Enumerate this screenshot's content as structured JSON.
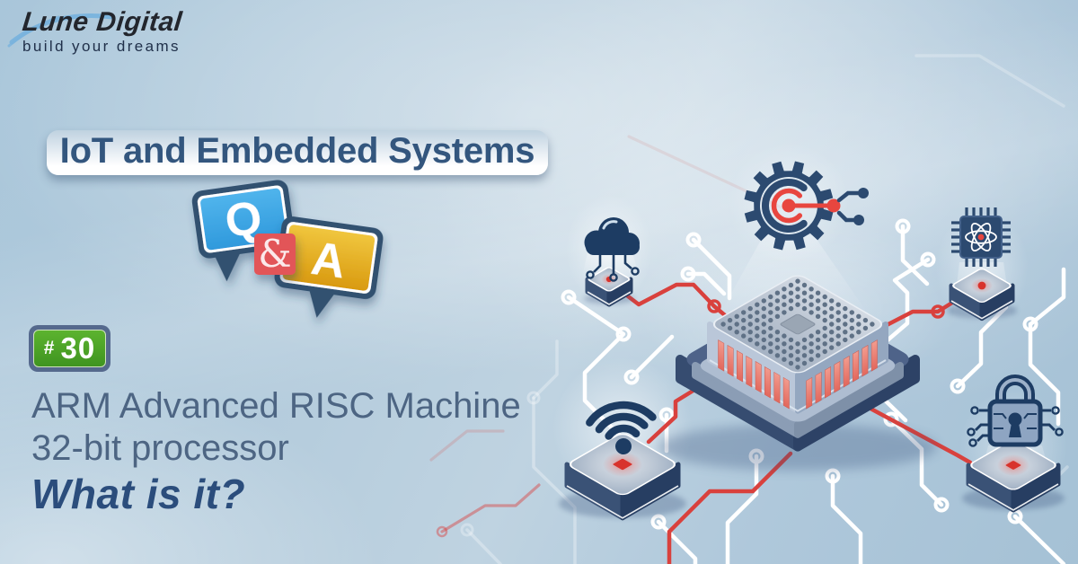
{
  "brand": {
    "name": "Lune Digital",
    "tagline": "build your dreams"
  },
  "title_banner": {
    "text": "IoT and Embedded Systems"
  },
  "qa_graphic": {
    "question_letter": "Q",
    "ampersand": "&",
    "answer_letter": "A"
  },
  "episode_badge": {
    "hash_symbol": "#",
    "number": "30"
  },
  "headline": {
    "line1": "ARM Advanced RISC Machine",
    "line2": "32-bit processor",
    "question": "What is it?"
  },
  "illustration": {
    "description": "isometric processor chip connected by circuit traces to IoT nodes",
    "icons": [
      "gear-icon",
      "cloud-computing-icon",
      "wifi-icon",
      "quantum-chip-icon",
      "security-lock-icon",
      "processor-chip"
    ],
    "colors": {
      "background": "#abc8db",
      "navy": "#1d3c63",
      "trace_red": "#d9413d",
      "pin_salmon": "#ee7e70",
      "trace_white": "#ffffff",
      "badge_green": "#55a52c",
      "bubble_blue": "#3fa9e8",
      "bubble_yellow": "#e3a921",
      "ampersand_red": "#e25459"
    }
  }
}
